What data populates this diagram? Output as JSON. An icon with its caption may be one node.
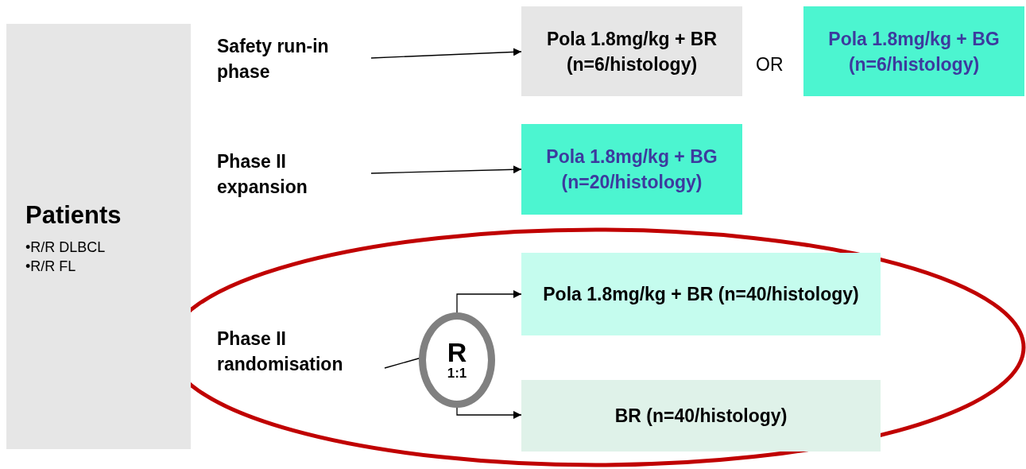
{
  "diagram": {
    "nodes": [
      {
        "text": [
          "Patients",
          "•R/R DLBCL",
          "•R/R FL"
        ]
      },
      {
        "text": [
          "Safety run-in phase"
        ]
      },
      {
        "text": [
          "Pola 1.8mg/kg + BR (n=6/histology)"
        ]
      },
      {
        "text": [
          "Pola 1.8mg/kg + BG (n=6/histology)"
        ]
      },
      {
        "text": [
          "Phase II expansion"
        ]
      },
      {
        "text": [
          "Pola 1.8mg/kg + BG (n=20/histology)"
        ]
      },
      {
        "text": [
          "Phase II randomisation"
        ]
      },
      {
        "text": [
          "R",
          "1:1"
        ]
      },
      {
        "text": [
          "Pola 1.8mg/kg + BR (n=40/histology)"
        ]
      },
      {
        "text": [
          "BR (n=40/histology)"
        ]
      }
    ],
    "edges": [
      {
        "from": 1,
        "to": 2,
        "arrow": "to"
      },
      {
        "from": 4,
        "to": 5,
        "arrow": "to"
      },
      {
        "from": 6,
        "to": 7,
        "arrow": "none"
      },
      {
        "from": 7,
        "to": 8,
        "arrow": "to"
      },
      {
        "from": 7,
        "to": 9,
        "arrow": "to"
      }
    ],
    "labels": [
      "OR"
    ]
  }
}
